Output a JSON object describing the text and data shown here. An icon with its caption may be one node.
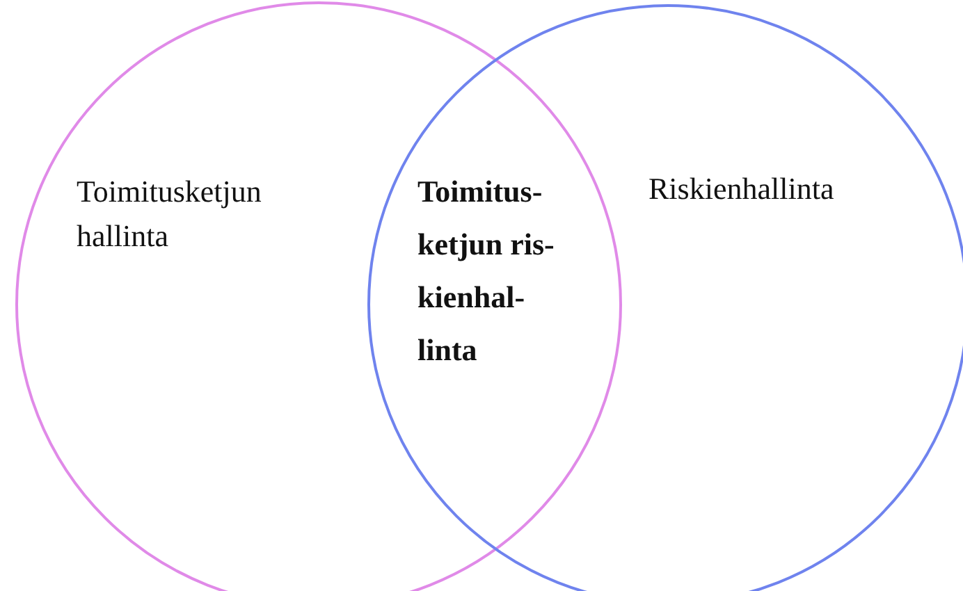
{
  "diagram": {
    "nodes": [
      {
        "text": [
          "Toimitusketjun hallinta"
        ]
      },
      {
        "text": [
          "Riskienhallinta"
        ]
      }
    ],
    "labels": [
      "Toimitus-ketjun ris-kienhal-linta"
    ]
  }
}
